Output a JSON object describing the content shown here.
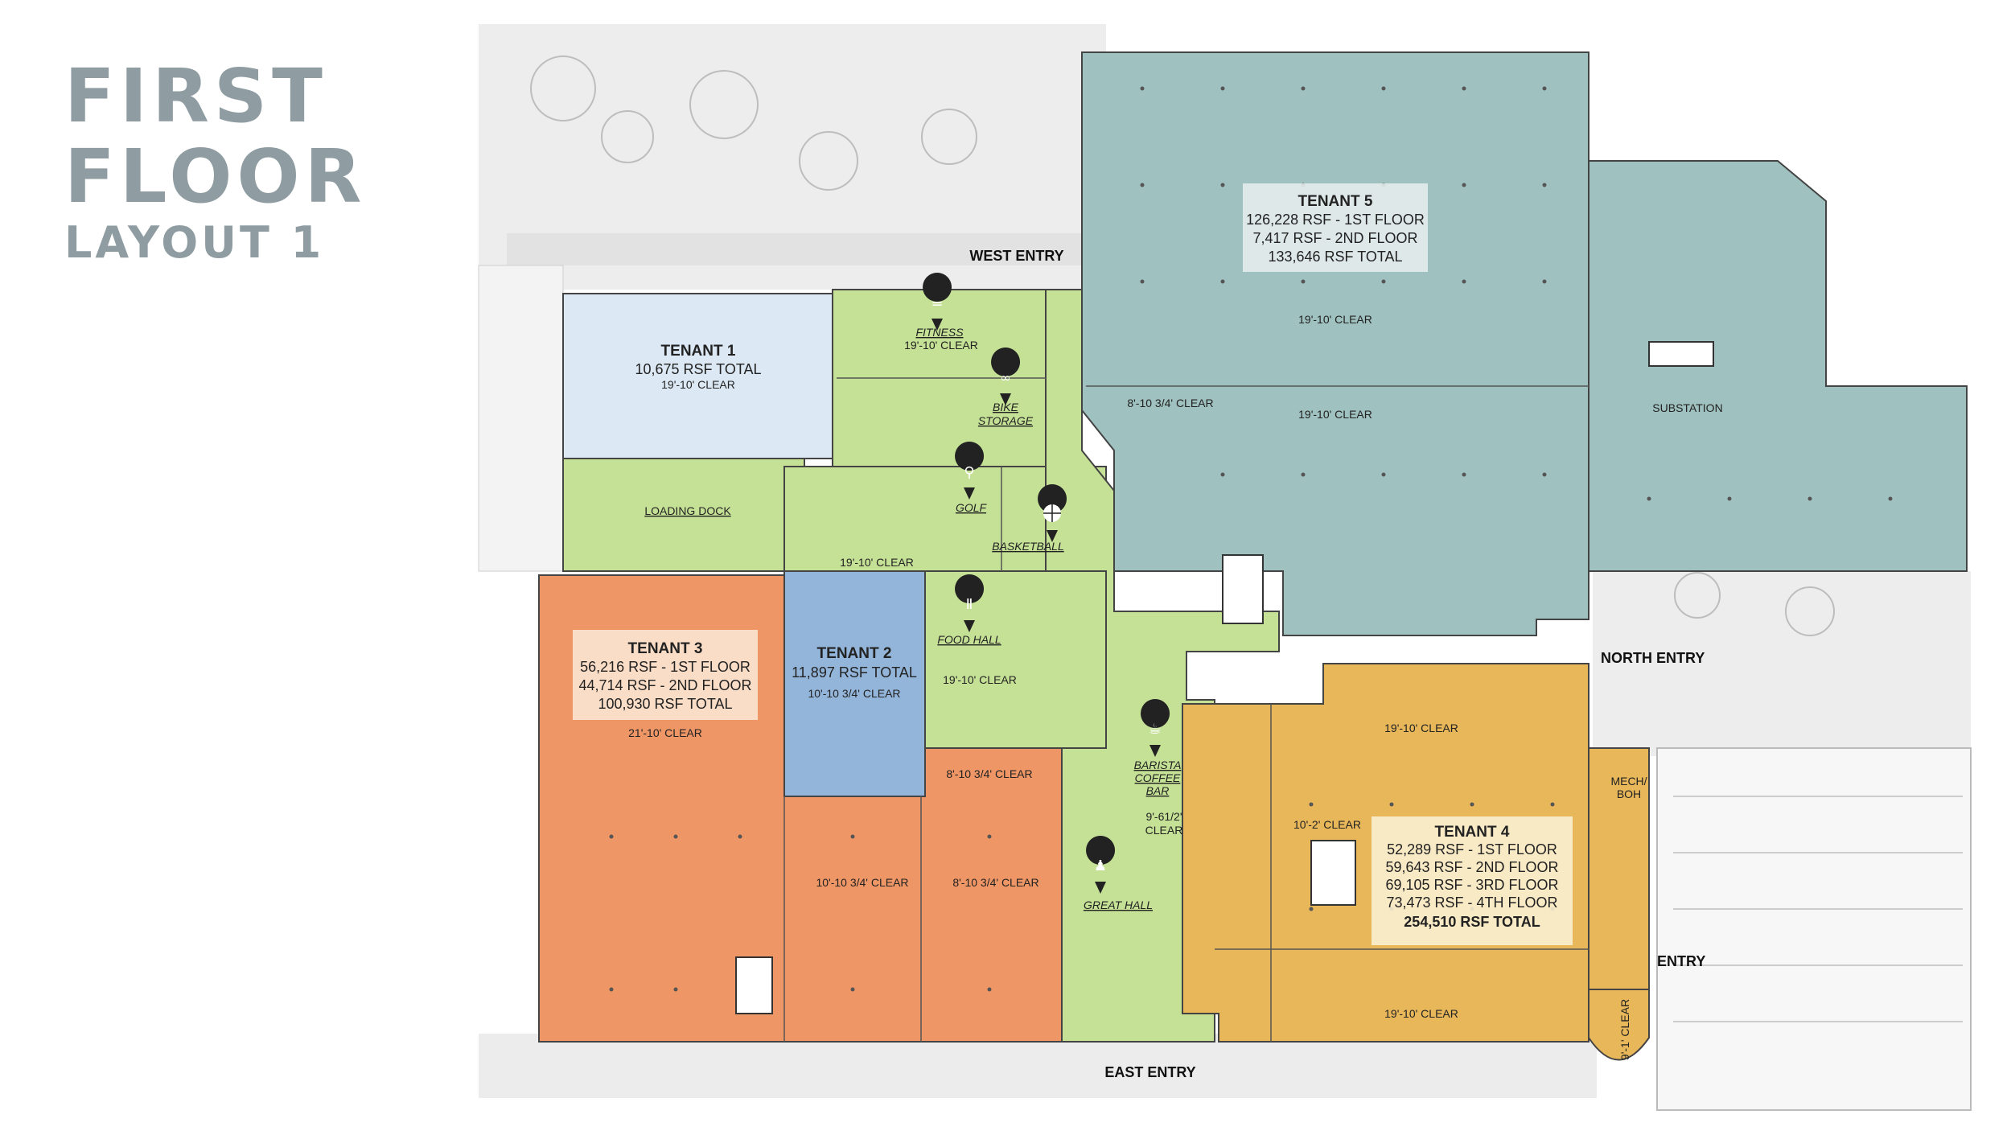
{
  "title": {
    "line1": "FIRST",
    "line2": "FLOOR",
    "line3": "LAYOUT 1"
  },
  "colors": {
    "tenant1": "#dce9f4",
    "tenant2": "#93b5da",
    "tenant3": "#ef9666",
    "tenant4": "#e8b75a",
    "tenant5": "#9fc1bf",
    "common": "#c5e196",
    "site": "#e9e9e9",
    "wall": "#444444"
  },
  "tenants": {
    "t1": {
      "name": "TENANT 1",
      "line1": "10,675 RSF TOTAL",
      "clear": "19'-10' CLEAR"
    },
    "t2": {
      "name": "TENANT 2",
      "line1": "11,897 RSF TOTAL",
      "clear": "10'-10 3/4' CLEAR"
    },
    "t3": {
      "name": "TENANT 3",
      "line1": "56,216 RSF - 1ST FLOOR",
      "line2": "44,714 RSF - 2ND FLOOR",
      "line3": "100,930 RSF TOTAL",
      "clear": "21'-10' CLEAR"
    },
    "t4": {
      "name": "TENANT 4",
      "line1": "52,289 RSF - 1ST FLOOR",
      "line2": "59,643 RSF - 2ND FLOOR",
      "line3": "69,105 RSF - 3RD FLOOR",
      "line4": "73,473 RSF - 4TH FLOOR",
      "line5": "254,510 RSF TOTAL"
    },
    "t5": {
      "name": "TENANT 5",
      "line1": "126,228 RSF - 1ST FLOOR",
      "line2": "7,417 RSF - 2ND FLOOR",
      "line3": "133,646 RSF TOTAL"
    }
  },
  "entries": {
    "west": "WEST ENTRY",
    "north": "NORTH ENTRY",
    "east": "EAST ENTRY",
    "garage": "ENTRY"
  },
  "amenities": {
    "fitness": "FITNESS",
    "bike1": "BIKE",
    "bike2": "STORAGE",
    "golf": "GOLF",
    "basketball": "BASKETBALL",
    "food_hall": "FOOD HALL",
    "barista1": "BARISTA",
    "barista2": "COFFEE",
    "barista3": "BAR",
    "great_hall": "GREAT HALL",
    "loading_dock": "LOADING DOCK",
    "substation": "SUBSTATION",
    "mech1": "MECH/",
    "mech2": "BOH"
  },
  "clears": {
    "t5_top": "19'-10' CLEAR",
    "t5_mid": "19'-10' CLEAR",
    "t5_lobby": "8'-10 3/4' CLEAR",
    "fitness": "19'-10' CLEAR",
    "corridor": "19'-10' CLEAR",
    "foodhall": "19'-10' CLEAR",
    "t2_low": "8'-10 3/4' CLEAR",
    "t3_mid1": "10'-10 3/4' CLEAR",
    "t3_mid2": "8'-10 3/4' CLEAR",
    "barista_a": "9'-61/2'",
    "barista_b": "CLEAR",
    "t4_top": "19'-10' CLEAR",
    "t4_left": "10'-2' CLEAR",
    "t4_bottom": "19'-10' CLEAR",
    "ramp": "9'-1' CLEAR"
  }
}
